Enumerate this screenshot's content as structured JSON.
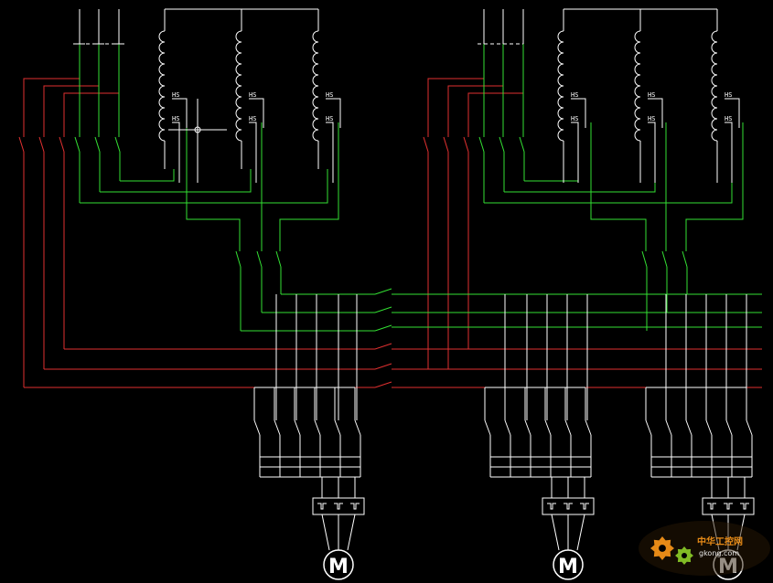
{
  "colors": {
    "background": "#000000",
    "white": "#ffffff",
    "green": "#33e033",
    "red": "#e03030",
    "watermark": "#ff9a1a"
  },
  "labels": {
    "coil_tag": "HS",
    "motor": "M"
  },
  "watermark": {
    "text": "中华工控网",
    "url": "gkong.com",
    "icon": "gear-icon"
  }
}
